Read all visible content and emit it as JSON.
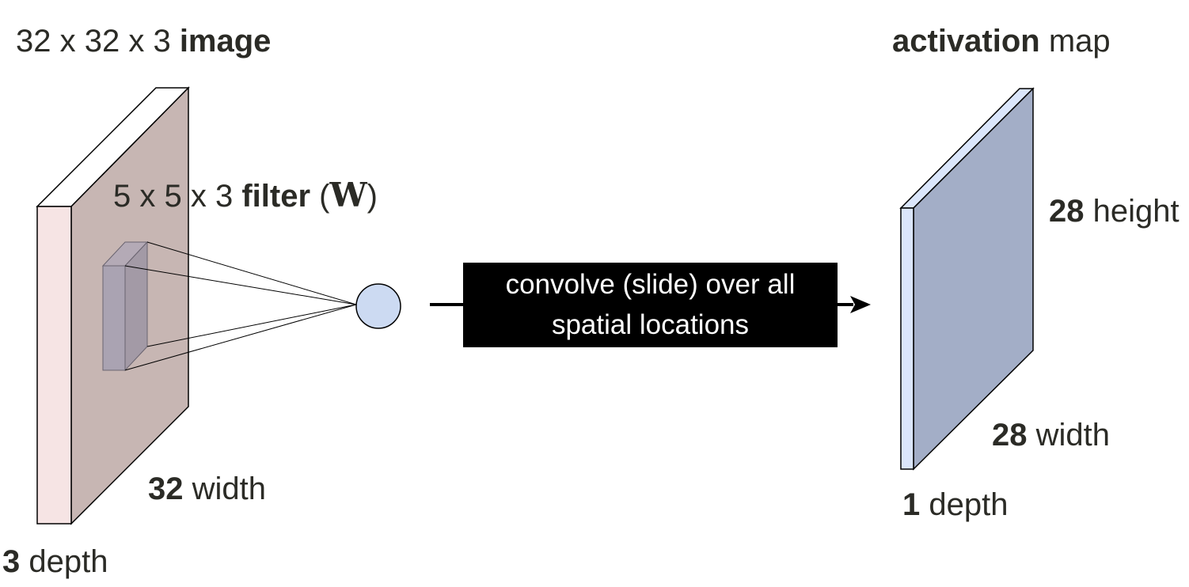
{
  "input_volume": {
    "title_prefix": "32 x 32 x 3",
    "title_bold": "image",
    "width_value": "32",
    "width_unit": "width",
    "depth_value": "3",
    "depth_unit": "depth",
    "front_color": "#f6e4e4",
    "side_color": "#c7b6b3"
  },
  "filter": {
    "label_prefix": "5 x 5 x 3",
    "label_bold": "filter",
    "paren_open": "(",
    "symbol": "W",
    "paren_close": ")",
    "color": "#a39aa6"
  },
  "neuron": {
    "color": "#ccdaf2"
  },
  "operation": {
    "line1": "convolve (slide) over all",
    "line2": "spatial locations"
  },
  "output_map": {
    "title_bold": "activation",
    "title_rest": "map",
    "height_value": "28",
    "height_unit": "height",
    "width_value": "28",
    "width_unit": "width",
    "depth_value": "1",
    "depth_unit": "depth",
    "front_color": "#dbe6fb",
    "side_color": "#a3aec7"
  }
}
